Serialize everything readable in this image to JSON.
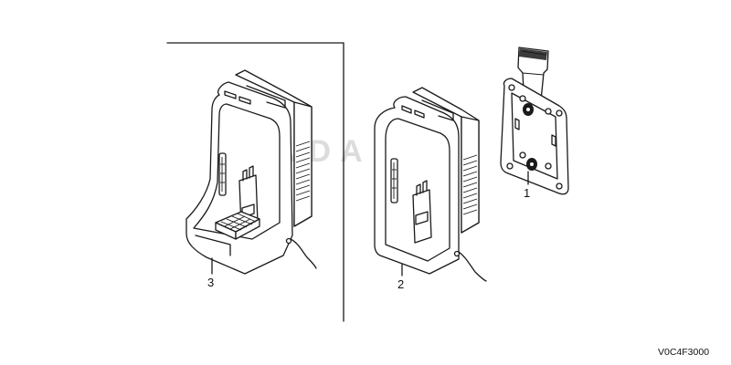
{
  "callouts": {
    "part_1": "1",
    "part_2": "2",
    "part_3": "3"
  },
  "diagram_code": "V0C4F3000",
  "watermark": "HONDA"
}
